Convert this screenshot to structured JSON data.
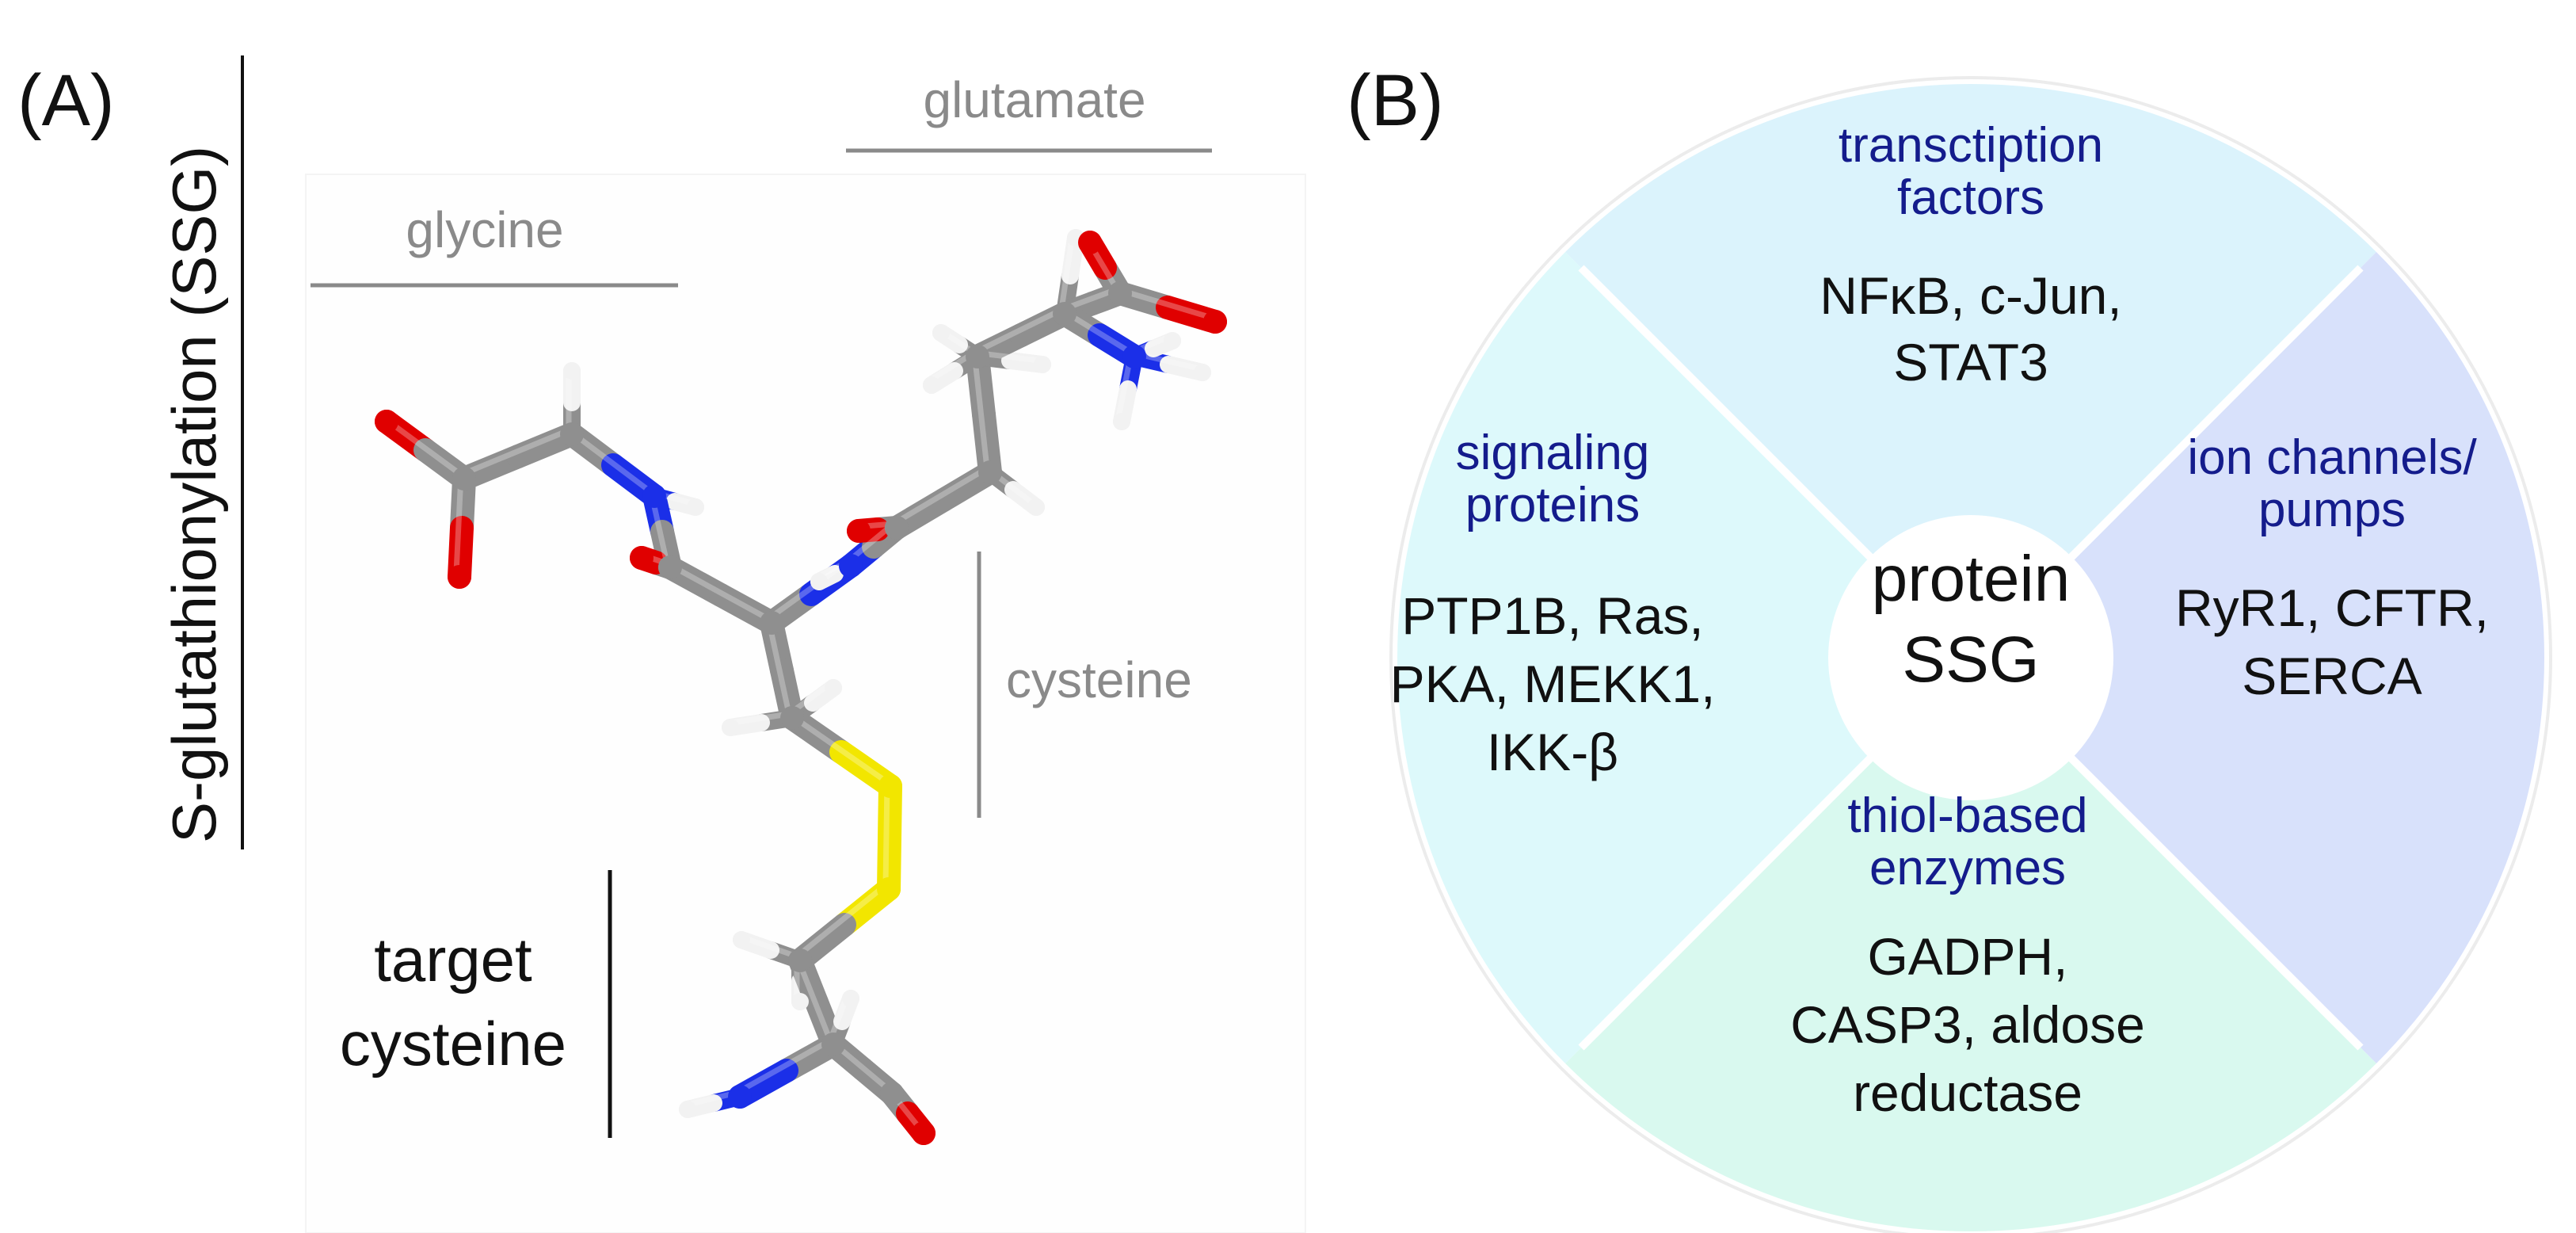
{
  "panels": {
    "a_label": "(A)",
    "b_label": "(B)"
  },
  "panel_a": {
    "vertical_label": "S-glutathionylation (SSG)",
    "residues": {
      "glycine": "glycine",
      "glutamate": "glutamate",
      "cysteine": "cysteine"
    },
    "target": {
      "line1": "target",
      "line2": "cysteine"
    },
    "atom_colors": {
      "carbon": "#8f8f8f",
      "oxygen": "#e00000",
      "nitrogen": "#1b2fe8",
      "hydrogen": "#f2f2f2",
      "sulfur": "#f2e600"
    }
  },
  "panel_b": {
    "center": {
      "line1": "protein",
      "line2": "SSG"
    },
    "sectors": [
      {
        "title": [
          "transctiption",
          "factors"
        ],
        "body": [
          "NFκB, c-Jun,",
          "STAT3"
        ],
        "color": "#dbf3fc"
      },
      {
        "title": [
          "ion channels/",
          "pumps"
        ],
        "body": [
          "RyR1, CFTR,",
          "SERCA"
        ],
        "color": "#d8e1fb"
      },
      {
        "title": [
          "thiol-based",
          "enzymes"
        ],
        "body": [
          "GADPH,",
          "CASP3, aldose",
          "reductase"
        ],
        "color": "#d9f9ef"
      },
      {
        "title": [
          "signaling",
          "proteins"
        ],
        "body": [
          "PTP1B, Ras,",
          "PKA, MEKK1,",
          "IKK-β"
        ],
        "color": "#ddf9fb"
      }
    ]
  }
}
